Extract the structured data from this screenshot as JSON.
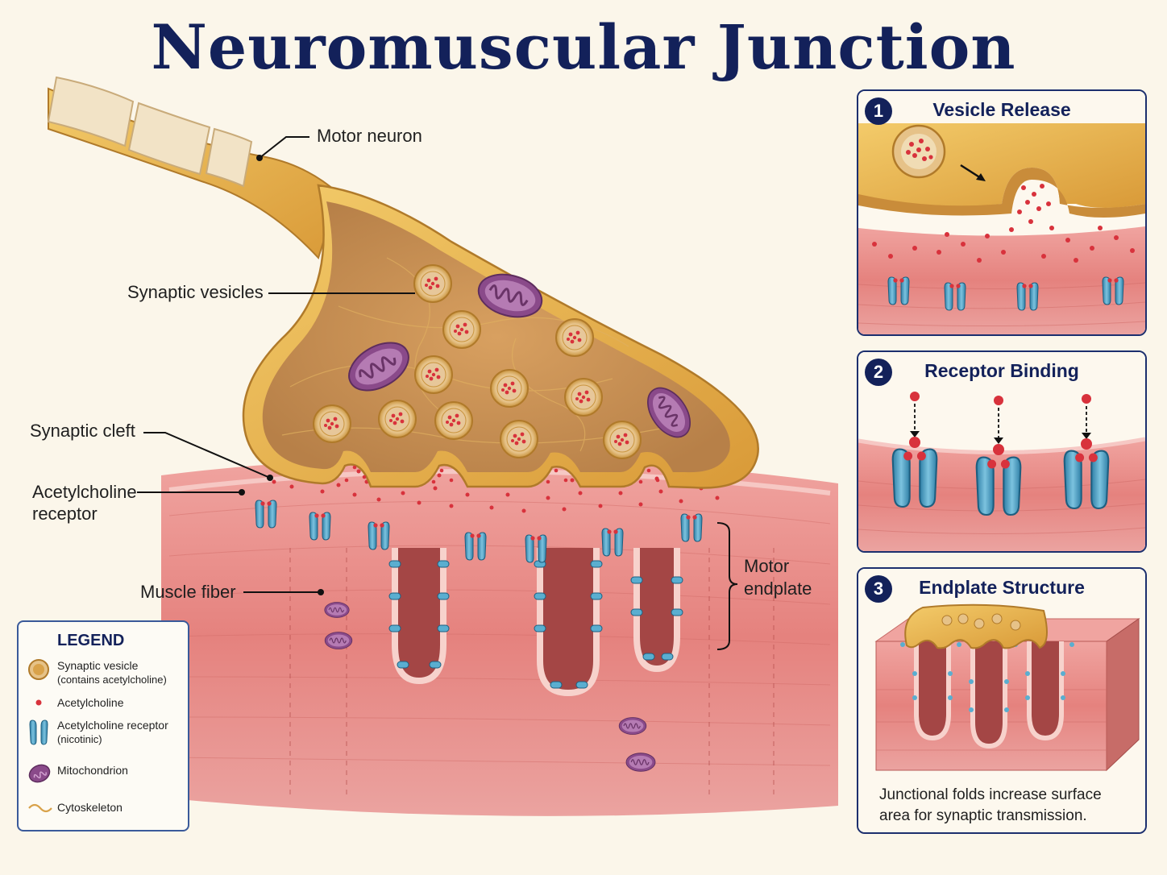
{
  "title": "Neuromuscular Junction",
  "labels": {
    "motor_neuron": "Motor neuron",
    "synaptic_vesicles": "Synaptic vesicles",
    "synaptic_cleft": "Synaptic cleft",
    "ach_receptor_line1": "Acetylcholine",
    "ach_receptor_line2": "receptor",
    "muscle_fiber": "Muscle fiber",
    "motor_endplate_line1": "Motor",
    "motor_endplate_line2": "endplate"
  },
  "legend": {
    "title": "LEGEND",
    "items": [
      {
        "label": "Synaptic vesicle",
        "sub": "(contains acetylcholine)",
        "icon": "vesicle-icon"
      },
      {
        "label": "Acetylcholine",
        "sub": "",
        "icon": "acetylcholine-icon"
      },
      {
        "label": "Acetylcholine receptor",
        "sub": "(nicotinic)",
        "icon": "receptor-icon"
      },
      {
        "label": "Mitochondrion",
        "sub": "",
        "icon": "mitochondrion-icon"
      },
      {
        "label": "Cytoskeleton",
        "sub": "",
        "icon": "cytoskeleton-icon"
      }
    ]
  },
  "panels": [
    {
      "number": "1",
      "title": "Vesicle Release"
    },
    {
      "number": "2",
      "title": "Receptor Binding"
    },
    {
      "number": "3",
      "title": "Endplate Structure",
      "caption": "Junctional folds increase surface area for synaptic transmission."
    }
  ],
  "colors": {
    "title": "#13215a",
    "neuron": "#e8b04a",
    "muscle": "#e58a86",
    "receptor": "#4a9fc4",
    "acetylcholine": "#d8323c",
    "mitochondrion": "#8a4a8a"
  }
}
